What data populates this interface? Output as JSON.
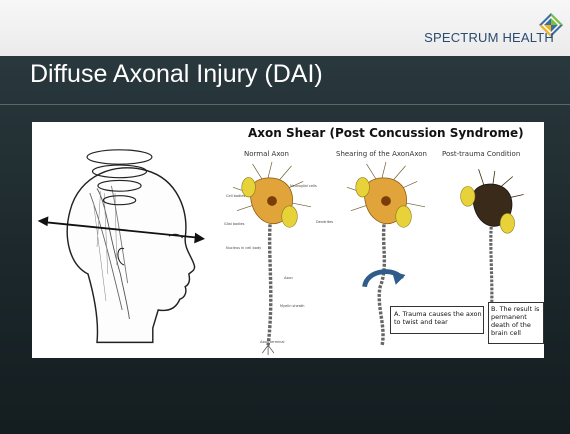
{
  "header": {
    "brand": "SPECTRUM HEALTH",
    "logo_icon": "spectrum-health-logo-icon"
  },
  "slide": {
    "title": "Diffuse Axonal Injury (DAI)"
  },
  "figure": {
    "title": "Axon Shear (Post Concussion Syndrome)",
    "panels": [
      {
        "caption": "Normal Axon"
      },
      {
        "caption": "Shearing of the AxonAxon"
      },
      {
        "caption": "Post-trauma Condition"
      }
    ],
    "labels": {
      "cell_bodies": "Cell bodies",
      "neuroglial": "Neuroglial cells",
      "dendrites": "Dendrites",
      "glial_bodies": "Glial bodies",
      "nucleus": "Nucleus in cell body",
      "axon": "Axon",
      "myelin": "Myelin sheath",
      "axon_terminal": "Axon terminal"
    },
    "notes": {
      "trauma": "A. Trauma causes the axon to twist and tear",
      "result": "B. The result is permanent death of the brain cell"
    }
  },
  "colors": {
    "slide_bg": "#243237",
    "brand": "#2b4a6f",
    "neuron": "#e0a43a",
    "glia": "#e8d23a"
  }
}
